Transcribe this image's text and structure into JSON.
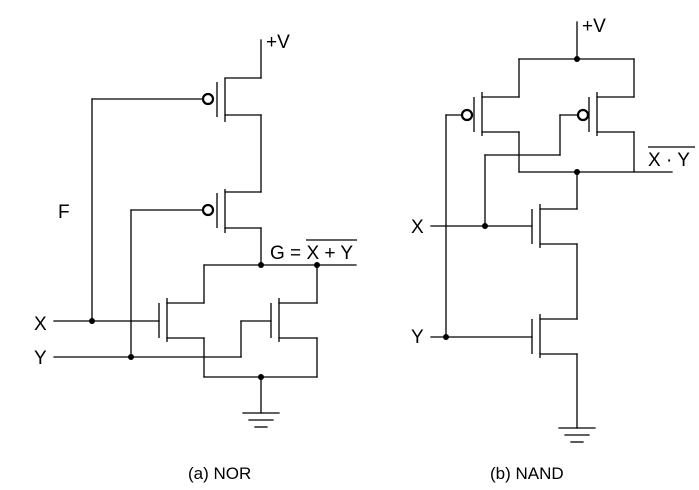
{
  "nor": {
    "vdd_label": "+V",
    "f_label": "F",
    "output_label": "G = X + Y",
    "output_prefix": "G = ",
    "output_overlined": "X + Y",
    "input_x_label": "X",
    "input_y_label": "Y",
    "caption": "(a) NOR"
  },
  "nand": {
    "vdd_label": "+V",
    "output_label": "X · Y",
    "input_x_label": "X",
    "input_y_label": "Y",
    "caption": "(b) NAND"
  }
}
